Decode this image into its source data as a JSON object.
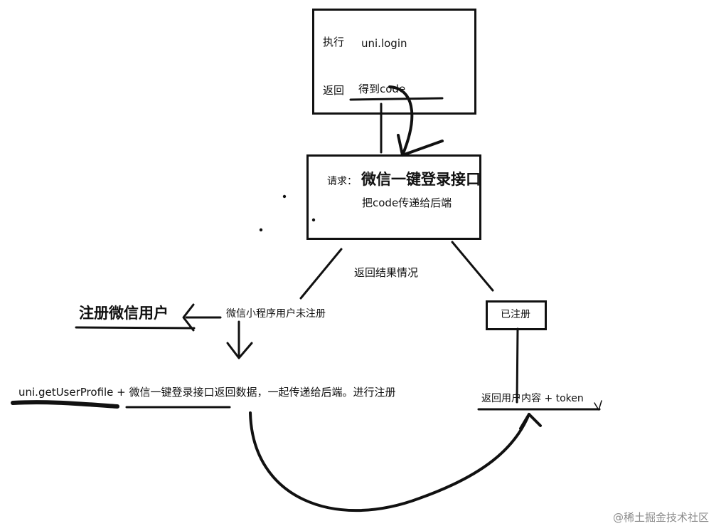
{
  "login_box": {
    "exec_label": "执行",
    "exec_value": "uni.login",
    "return_label": "返回",
    "return_value": "得到code"
  },
  "request_box": {
    "label": "请求：",
    "title": "微信一键登录接口",
    "desc": "把code传递给后端"
  },
  "branch_label": "返回结果情况",
  "unregistered": {
    "register_title": "注册微信用户",
    "condition": "微信小程序用户未注册",
    "register_step": "uni.getUserProfile + 微信一键登录接口返回数据，一起传递给后端。进行注册"
  },
  "registered": {
    "label": "已注册",
    "result": "返回用户内容 + token"
  },
  "watermark": "@稀土掘金技术社区"
}
